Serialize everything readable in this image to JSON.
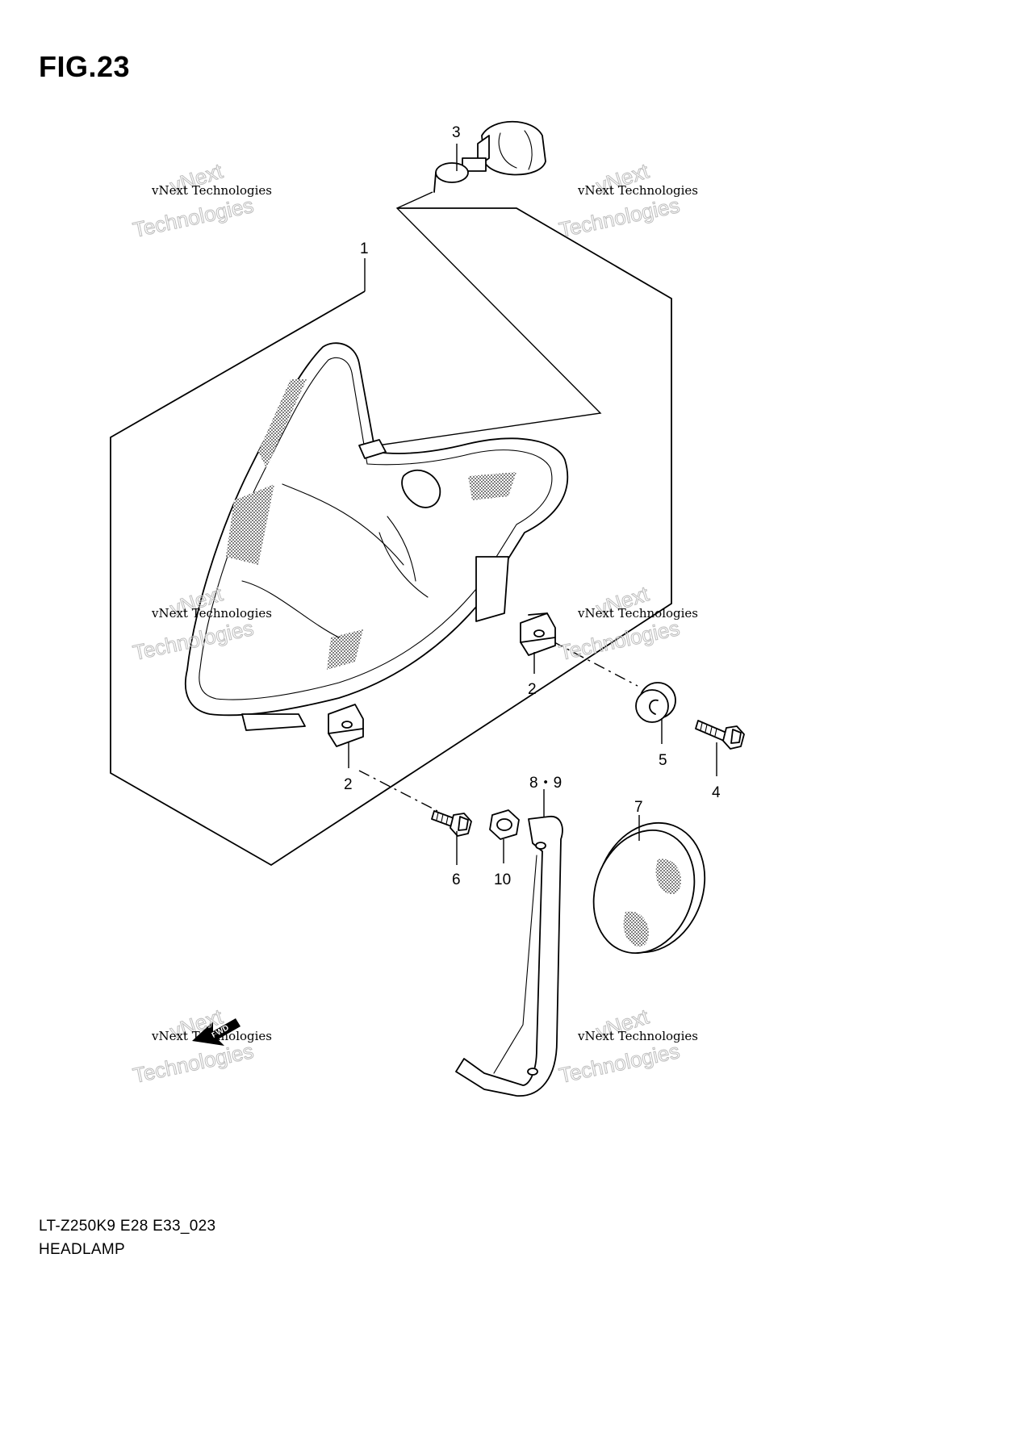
{
  "figure": {
    "title": "FIG.23",
    "model_code": "LT-Z250K9 E28 E33_023",
    "section_name": "HEADLAMP"
  },
  "callouts": {
    "headlamp_assy": "1",
    "clip_upper": "2",
    "clip_lower": "2",
    "bulb": "3",
    "screw_right": "4",
    "cushion": "5",
    "screw_left": "6",
    "reflector": "7",
    "bracket": "8・9",
    "nut": "10"
  },
  "watermarks": {
    "brand_small": "vNext Technologies",
    "brand_arc": "vNext",
    "brand_large": "Technologies"
  },
  "direction_arrow": {
    "label": "FWD"
  }
}
